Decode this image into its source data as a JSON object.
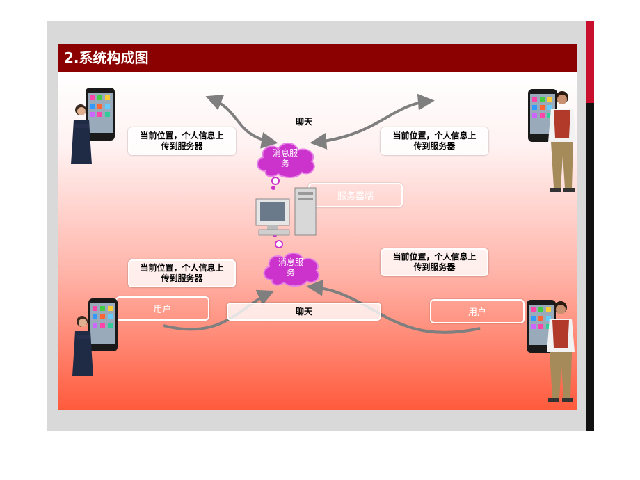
{
  "slide": {
    "title": "2.系统构成图"
  },
  "labels": {
    "upload_top_left": "当前位置，个人信息上\n传到服务器",
    "upload_top_right": "当前位置，个人信息上\n传到服务器",
    "upload_bottom_left": "当前位置，个人信息上\n传到服务器",
    "upload_bottom_right": "当前位置，个人信息上\n传到服务器",
    "chat_top": "聊天",
    "chat_bottom": "聊天",
    "server_side": "服务器端",
    "user_left": "用户",
    "user_right": "用户",
    "message_service_top": "消息服\n务",
    "message_service_bottom": "消息服\n务"
  },
  "icons": {
    "person_female": "woman-user-icon",
    "person_male": "man-user-icon",
    "phone": "smartphone-icon",
    "server": "server-computer-icon",
    "cloud": "message-service-cloud-icon"
  },
  "colors": {
    "title_bar": "#8b0000",
    "cloud": "#cc33cc",
    "gradient_bottom": "#ff5a3c",
    "arrow": "#7f7f7f"
  }
}
